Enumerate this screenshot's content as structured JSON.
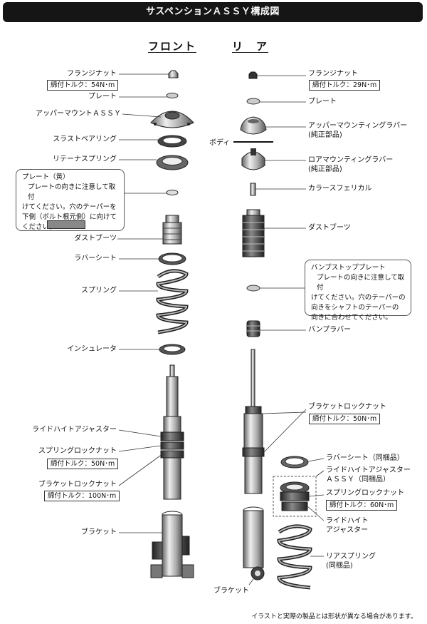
{
  "title": "サスペンションＡＳＳＹ構成図",
  "columns": {
    "front": "フロント",
    "rear": "リ　ア"
  },
  "front": {
    "flange_nut": "フランジナット",
    "flange_torque": "締付トルク：54N･m",
    "plate": "プレート",
    "upper_mount": "アッパーマウントＡＳＳＹ",
    "thrust_bearing": "スラストベアリング",
    "retainer_spring": "リテーナスプリング",
    "note_title": "プレート（黄）",
    "note_lines": [
      "プレートの向きに注意して取付",
      "けてください。穴のテーパーを",
      "下側（ボルト根元側）に向けて",
      "ください。"
    ],
    "dust_boot": "ダストブーツ",
    "rubber_seat": "ラバーシート",
    "spring": "スプリング",
    "insulator": "インシュレータ",
    "ride_height_adjuster": "ライドハイトアジャスター",
    "spring_lock_nut": "スプリングロックナット",
    "spring_lock_torque": "締付トルク：50N･m",
    "bracket_lock_nut": "ブラケットロックナット",
    "bracket_lock_torque": "締付トルク：100N･m",
    "bracket": "ブラケット"
  },
  "rear": {
    "flange_nut": "フランジナット",
    "flange_torque": "締付トルク：29N･m",
    "plate": "プレート",
    "upper_rubber": "アッパーマウンティングラバー",
    "upper_rubber_sub": "(純正部品)",
    "body": "ボディ",
    "lower_rubber": "ロアマウンティングラバー",
    "lower_rubber_sub": "(純正部品)",
    "collar": "カラースフェリカル",
    "dust_boot": "ダストブーツ",
    "note_title": "バンプストッププレート",
    "note_lines": [
      "プレートの向きに注意して取付",
      "けてください。穴のテーパーの",
      "向きをシャフトのテーパーの",
      "向きに合わせてください。"
    ],
    "bump_rubber": "バンプラバー",
    "bracket_lock_nut": "ブラケットロックナット",
    "bracket_lock_torque": "締付トルク：50N･m",
    "rubber_seat": "ラバーシート（同梱品）",
    "ride_height_assy": "ライドハイトアジャスター",
    "ride_height_assy2": "ＡＳＳＹ（同梱品）",
    "spring_lock_nut": "スプリングロックナット",
    "spring_lock_torque": "締付トルク：60N･m",
    "ride_height": "ライドハイト",
    "ride_height2": "アジャスター",
    "rear_spring": "リアスプリング",
    "rear_spring_sub": "(同梱品)",
    "bracket": "ブラケット"
  },
  "footer": "イラストと実際の製品とは形状が異なる場合があります。"
}
